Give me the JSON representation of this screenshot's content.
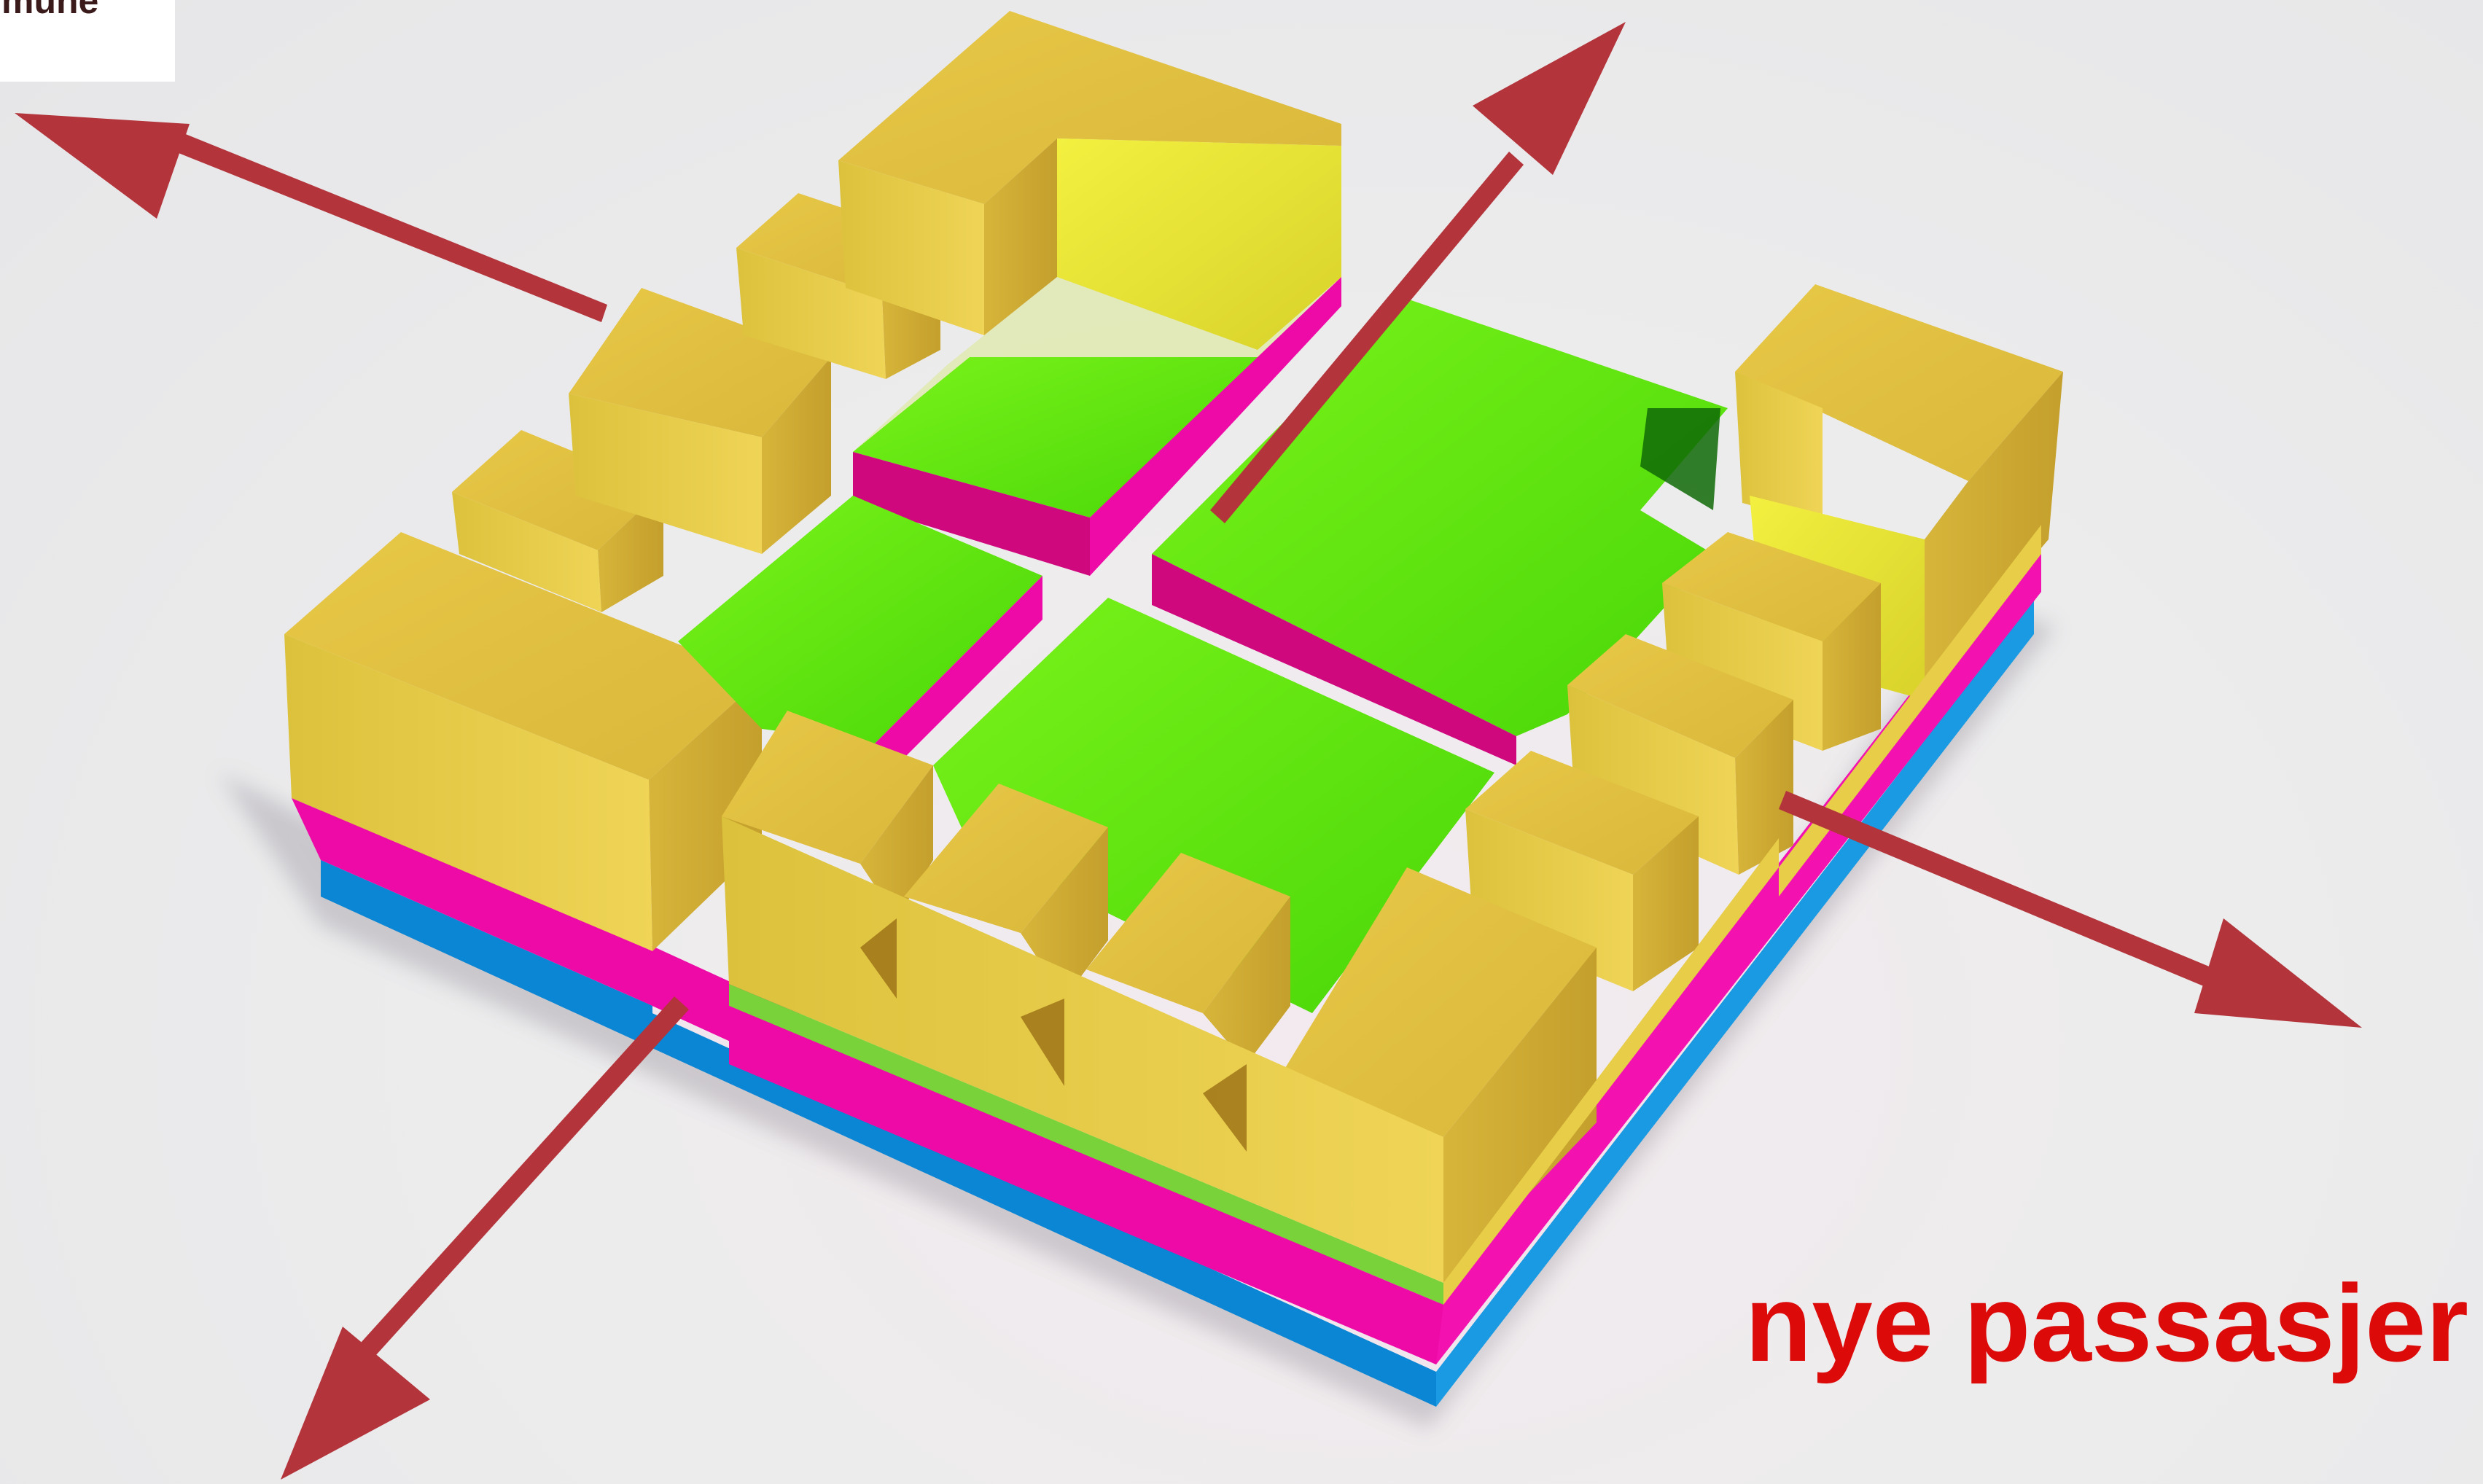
{
  "corner_label": "mune",
  "caption": "nye passasjer",
  "colors": {
    "background": "#e9e9ea",
    "building_top": "#e3c240",
    "building_side_light": "#e7cd48",
    "building_side_dark": "#c9a52e",
    "courtyard_green": "#5ce00e",
    "layer_magenta": "#ee0aa6",
    "layer_blue": "#0c8ad8",
    "arrow": "#b3343a",
    "caption": "#dd0a0a"
  },
  "arrows": [
    {
      "name": "arrow-northwest",
      "direction": "northwest"
    },
    {
      "name": "arrow-northeast",
      "direction": "northeast"
    },
    {
      "name": "arrow-southeast",
      "direction": "southeast"
    },
    {
      "name": "arrow-southwest",
      "direction": "southwest"
    }
  ]
}
